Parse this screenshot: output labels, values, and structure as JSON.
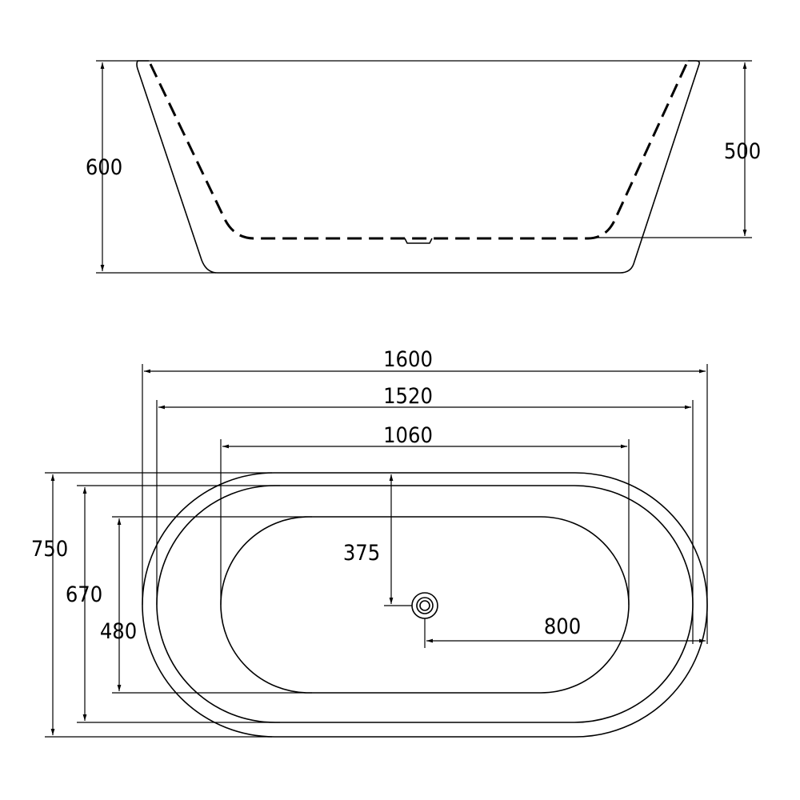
{
  "side_view": {
    "overall_height": "600",
    "inner_depth": "500"
  },
  "plan_view": {
    "overall_length": "1600",
    "rim_length": "1520",
    "basin_length": "1060",
    "overall_width": "750",
    "rim_width": "670",
    "basin_width": "480",
    "drain_offset_width": "375",
    "drain_offset_length": "800"
  },
  "colors": {
    "line": "#000000",
    "background": "#ffffff"
  }
}
